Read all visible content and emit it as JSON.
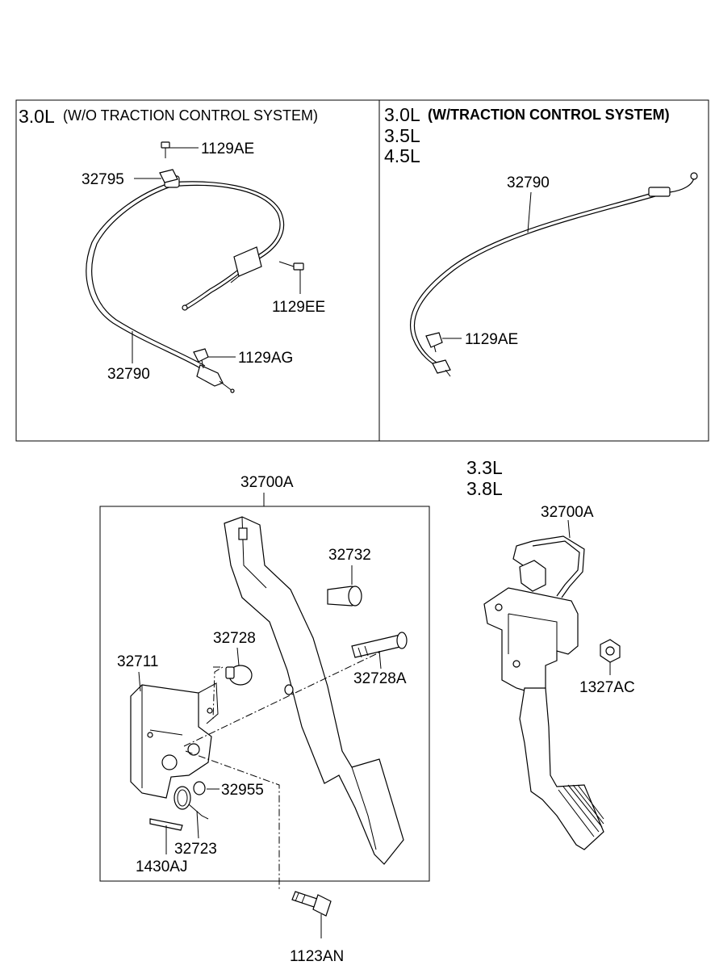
{
  "panels": {
    "left": {
      "engine": "3.0L",
      "note": "(W/O TRACTION CONTROL SYSTEM)"
    },
    "right": {
      "engines": [
        "3.0L",
        "3.5L",
        "4.5L"
      ],
      "note": "(W/TRACTION CONTROL SYSTEM)"
    }
  },
  "lower_right": {
    "engines": [
      "3.3L",
      "3.8L"
    ]
  },
  "callouts": {
    "l_1129AE": "1129AE",
    "l_32795": "32795",
    "l_1129EE": "1129EE",
    "l_1129AG": "1129AG",
    "l_32790": "32790",
    "r_32790": "32790",
    "r_1129AE": "1129AE",
    "b_32700A": "32700A",
    "b_32732": "32732",
    "b_32728": "32728",
    "b_32711": "32711",
    "b_32728A": "32728A",
    "b_32955": "32955",
    "b_32723": "32723",
    "b_1430AJ": "1430AJ",
    "b_1123AN": "1123AN",
    "br_32700A": "32700A",
    "br_1327AC": "1327AC"
  }
}
